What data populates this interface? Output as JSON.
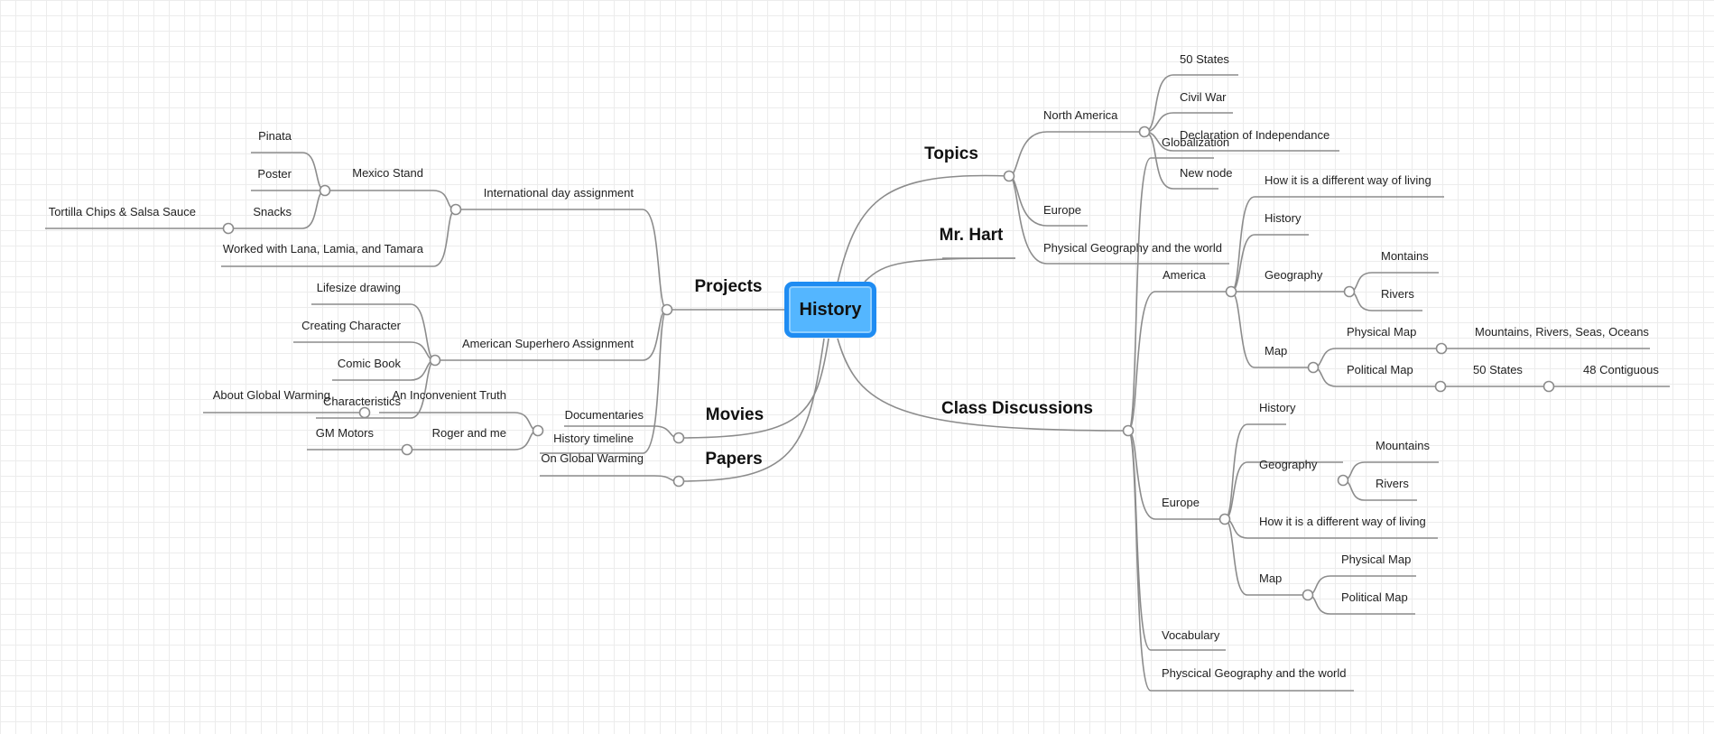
{
  "central_topic": "History",
  "main_topics": {
    "topics": "Topics",
    "mr_hart": "Mr. Hart",
    "class_discussions": "Class Discussions",
    "projects": "Projects",
    "movies": "Movies",
    "papers": "Papers"
  },
  "topics": {
    "north_america": "North America",
    "north_america_children": [
      "50 States",
      "Civil War",
      "Declaration of Independance",
      "New node"
    ],
    "europe": "Europe",
    "physical_geography": "Physical Geography and the world"
  },
  "class_discussions": {
    "globalization": "Globalization",
    "america": {
      "label": "America",
      "how_different": "How it is a different way of living",
      "history": "History",
      "geography": "Geography",
      "geography_children": [
        "Montains",
        "Rivers"
      ],
      "map": "Map",
      "physical_map": "Physical Map",
      "physical_map_child": "Mountains, Rivers, Seas, Oceans",
      "political_map": "Political Map",
      "political_map_child": "50 States",
      "political_map_grandchild": "48 Contiguous"
    },
    "europe": {
      "label": "Europe",
      "history": "History",
      "geography": "Geography",
      "geography_children": [
        "Mountains",
        "Rivers"
      ],
      "how_different": "How it is a different way of living",
      "map": "Map",
      "map_children": [
        "Physical Map",
        "Political Map"
      ]
    },
    "vocabulary": "Vocabulary",
    "physcical_geography": "Physcical Geography and the world"
  },
  "projects": {
    "international_day": "International day assignment",
    "mexico_stand": "Mexico Stand",
    "mexico_children": [
      "Pinata",
      "Poster",
      "Snacks"
    ],
    "snacks_child": "Tortilla Chips & Salsa Sauce",
    "worked_with": "Worked with Lana, Lamia, and Tamara",
    "superhero": "American Superhero Assignment",
    "superhero_children": [
      "Lifesize drawing",
      "Creating Character",
      "Comic Book",
      "Characteristics"
    ],
    "history_timeline": "History timeline"
  },
  "movies": {
    "documentaries": "Documentaries",
    "inconvenient_truth": "An Inconvenient Truth",
    "inconvenient_truth_child": "About Global Warming",
    "roger_and_me": "Roger and me",
    "roger_child": "GM Motors"
  },
  "papers": {
    "on_global_warming": "On Global Warming"
  },
  "colors": {
    "root_fill": "#54b6ff",
    "root_border": "#1f8cf2",
    "connector": "#8c8c8c"
  }
}
